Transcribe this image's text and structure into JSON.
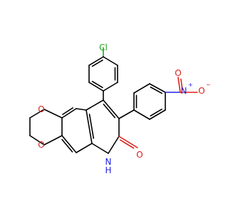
{
  "molecule": {
    "atoms": {
      "chlorine": {
        "symbol": "Cl"
      },
      "nitro_nitrogen": {
        "symbol": "N",
        "charge": "+"
      },
      "nitro_oxygen_top": {
        "symbol": "O"
      },
      "nitro_oxygen_right": {
        "symbol": "O",
        "charge": "−"
      },
      "dioxane_oxygen_top": {
        "symbol": "O"
      },
      "dioxane_oxygen_bottom": {
        "symbol": "O"
      },
      "lactam_oxygen": {
        "symbol": "O"
      },
      "ring_nitrogen": {
        "symbol": "N"
      },
      "ring_nitrogen_h": {
        "symbol": "H"
      }
    },
    "colors": {
      "carbon_bond": "#000000",
      "chlorine": "#1fa51f",
      "nitrogen": "#2020e0",
      "oxygen": "#e0201a"
    }
  }
}
